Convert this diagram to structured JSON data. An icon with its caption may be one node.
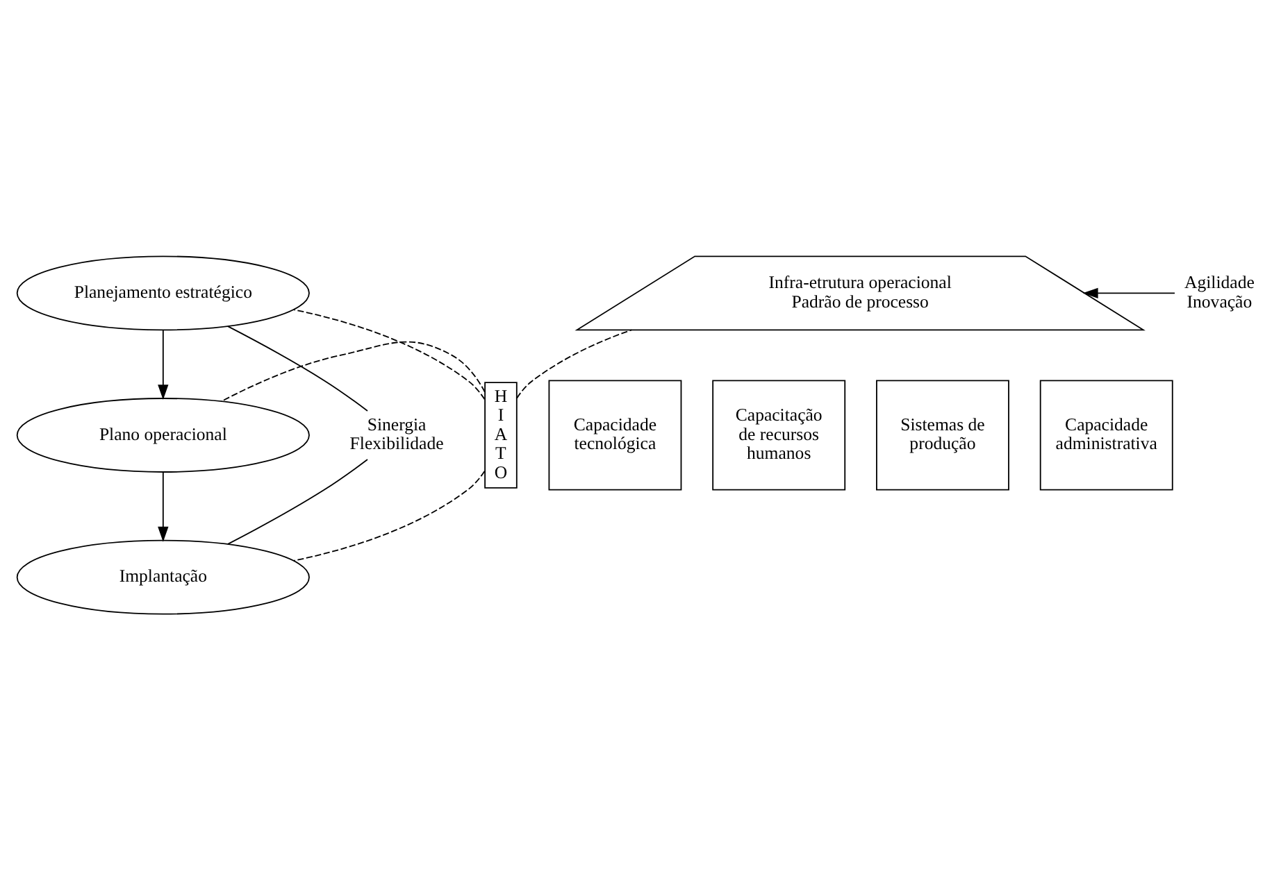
{
  "diagram": {
    "nodes": [
      {
        "text": [
          "Planejamento estratégico"
        ]
      },
      {
        "text": [
          "Plano operacional"
        ]
      },
      {
        "text": [
          "Implantação"
        ]
      },
      {
        "text": [
          "H I A T O"
        ]
      },
      {
        "text": [
          "Infra-etrutura operacional",
          "Padrão de processo"
        ]
      },
      {
        "text": [
          "Capacidade tecnológica"
        ]
      },
      {
        "text": [
          "Capacitação de recursos humanos"
        ]
      },
      {
        "text": [
          "Sistemas de produção"
        ]
      },
      {
        "text": [
          "Capacidade administrativa"
        ]
      },
      {
        "text": [
          "Sinergia",
          "Flexibilidade"
        ]
      },
      {
        "text": [
          "Agilidade",
          "Inovação"
        ]
      }
    ],
    "edges": [
      {
        "from": 0,
        "to": 1,
        "arrow": "to"
      },
      {
        "from": 1,
        "to": 2,
        "arrow": "to"
      },
      {
        "from": 3,
        "to": 0,
        "arrow": "none",
        "style": "dashed"
      },
      {
        "from": 3,
        "to": 1,
        "arrow": "none",
        "style": "dashed"
      },
      {
        "from": 3,
        "to": 2,
        "arrow": "none",
        "style": "dashed"
      },
      {
        "from": 3,
        "to": 4,
        "arrow": "none",
        "style": "dashed"
      },
      {
        "from": 0,
        "to": 9,
        "arrow": "none"
      },
      {
        "from": 2,
        "to": 9,
        "arrow": "none"
      },
      {
        "from": 10,
        "to": 4,
        "arrow": "to"
      }
    ]
  }
}
